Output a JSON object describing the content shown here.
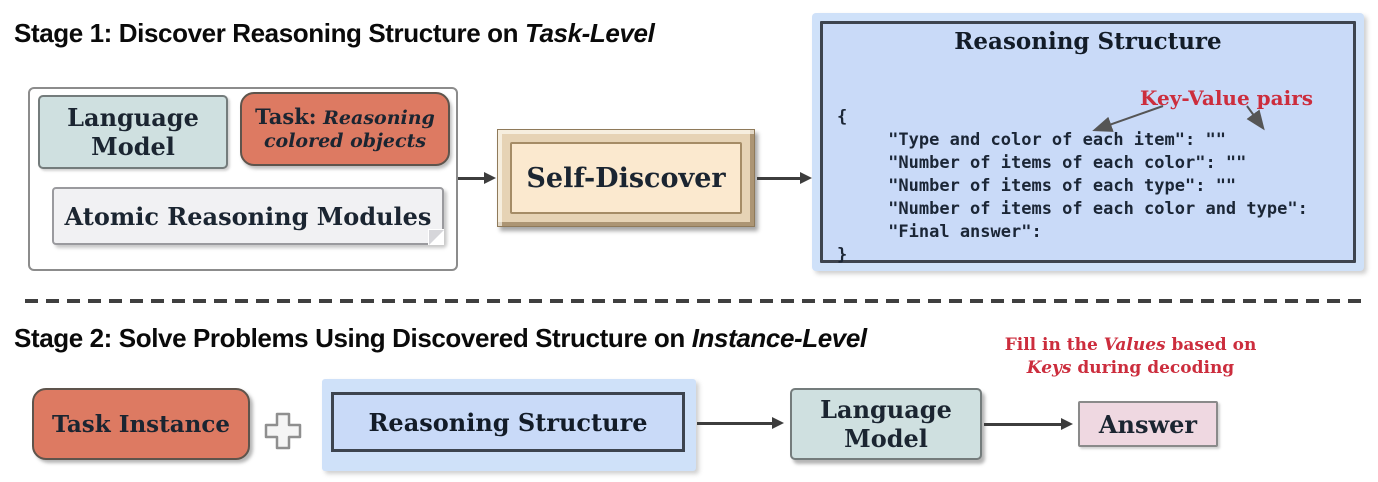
{
  "stage1": {
    "title_prefix": "Stage 1: Discover Reasoning Structure on ",
    "title_italic": "Task-Level",
    "language_model": {
      "line1": "Language",
      "line2": "Model"
    },
    "task": {
      "label": "Task:",
      "desc_line1": "Reasoning",
      "desc_line2": "colored objects"
    },
    "atomic_modules": "Atomic Reasoning Modules",
    "self_discover": "Self-Discover",
    "reasoning_structure": {
      "title": "Reasoning Structure",
      "annotation": "Key-Value pairs",
      "code_lines": [
        "{",
        "     \"Type and color of each item\": \"\"",
        "     \"Number of items of each color\": \"\"",
        "     \"Number of items of each type\": \"\"",
        "     \"Number of items of each color and type\":",
        "     \"Final answer\":",
        "}"
      ]
    }
  },
  "stage2": {
    "title_prefix": "Stage 2: Solve Problems Using Discovered Structure on ",
    "title_italic": "Instance-Level",
    "annotation": {
      "pre": "Fill in the ",
      "italic1": "Values",
      "mid": " based on",
      "italic2": "Keys",
      "post": " during decoding"
    },
    "task_instance": "Task Instance",
    "reasoning_structure": "Reasoning Structure",
    "language_model": {
      "line1": "Language",
      "line2": "Model"
    },
    "answer": "Answer"
  },
  "icons": {
    "plus": "plus-icon",
    "folded_corner": "folded-corner-icon",
    "arrows": "arrow-right-icon"
  },
  "colors": {
    "salmon": "#dd7a62",
    "teal": "#cfe0e0",
    "panel_blue": "#c9daf8",
    "panel_glow": "#cfe1f9",
    "peach": "#fbe9cf",
    "pink": "#efd8e1",
    "gray_box": "#f1f1f3",
    "red_annotation": "#cc2d3d",
    "arrow": "#3d3d3d"
  }
}
